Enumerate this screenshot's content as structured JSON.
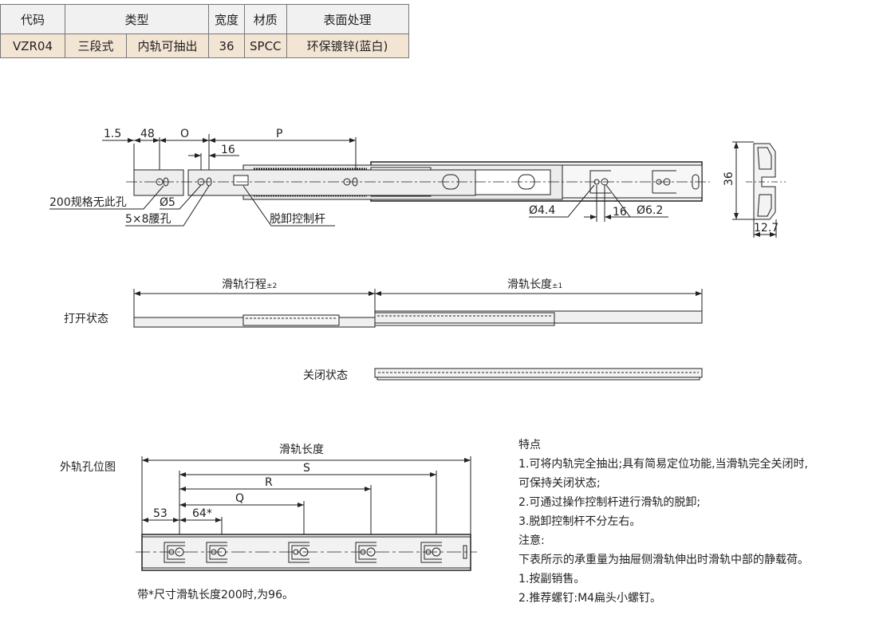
{
  "spec_table": {
    "headers": [
      "代码",
      "类型",
      "宽度",
      "材质",
      "表面处理"
    ],
    "row": {
      "code": "VZR04",
      "type_a": "三段式",
      "type_b": "内轨可抽出",
      "width": "36",
      "material": "SPCC",
      "surface": "环保镀锌(蓝白)"
    }
  },
  "top_drawing": {
    "dims": {
      "d1": "1.5",
      "d2": "48",
      "o": "O",
      "p": "P",
      "d16": "16",
      "d16b": "16",
      "h36": "36",
      "w127": "12.7"
    },
    "callouts": {
      "no_hole": "200规格无此孔",
      "phi5": "Ø5",
      "slot": "5×8腰孔",
      "lever": "脱卸控制杆",
      "phi44": "Ø4.4",
      "phi62": "Ø6.2"
    }
  },
  "states": {
    "stroke": "滑轨行程",
    "stroke_tol": "±2",
    "length": "滑轨长度",
    "length_tol": "±1",
    "open": "打开状态",
    "closed": "关闭状态"
  },
  "hole_diagram": {
    "title": "外轨孔位图",
    "length": "滑轨长度",
    "s": "S",
    "r": "R",
    "q": "Q",
    "d64": "64*",
    "d53": "53",
    "footnote": "带*尺寸滑轨长度200时,为96。"
  },
  "notes": [
    "特点",
    "1.可将内轨完全抽出;具有简易定位功能,当滑轨完全关闭时,",
    "可保持关闭状态;",
    "2.可通过操作控制杆进行滑轨的脱卸;",
    "3.脱卸控制杆不分左右。",
    "注意:",
    "下表所示的承重量为抽屉侧滑轨伸出时滑轨中部的静载荷。",
    "1.按副销售。",
    "2.推荐螺钉:M4扁头小螺钉。"
  ]
}
